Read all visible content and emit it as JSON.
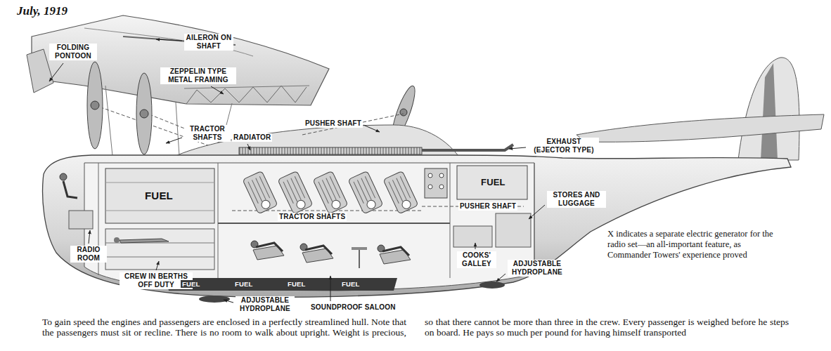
{
  "diagram": {
    "caption": "To gain speed the engines and passengers are enclosed in a perfectly streamlined hull. Note that the passengers must sit or recline. There is no room to walk about upright. Weight is precious, so that there cannot be more than three in the crew. Every passenger is weighed before he steps on board. He pays so much per pound for having himself transported",
    "labels": [
      "July, 1919",
      "FOLDING PONTOON",
      "AILERON ON SHAFT",
      "ZEPPELIN TYPE METAL FRAMING",
      "TRACTOR SHAFTS",
      "RADIATOR",
      "PUSHER SHAFT",
      "EXHAUST (EJECTOR TYPE)",
      "FUEL",
      "FUEL",
      "PUSHER SHAFT",
      "TRACTOR SHAFTS",
      "STORES AND LUGGAGE",
      "RADIO ROOM",
      "CREW IN BERTHS OFF DUTY",
      "FUEL",
      "FUEL",
      "FUEL",
      "FUEL",
      "ADJUSTABLE HYDROPLANE",
      "SOUNDPROOF SALOON",
      "COOKS' GALLEY",
      "ADJUSTABLE HYDROPLANE",
      "X indicates a separate electric generator for the radio set—an all-important feature, as Commander Towers' experience proved"
    ]
  }
}
